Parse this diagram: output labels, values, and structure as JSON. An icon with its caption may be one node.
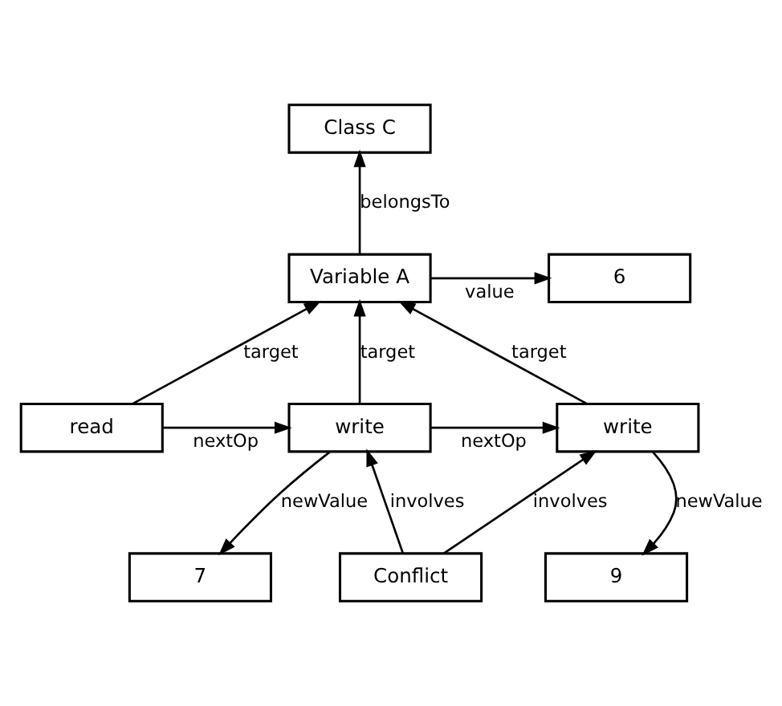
{
  "diagram": {
    "nodes": [
      {
        "text": [
          "Class C"
        ]
      },
      {
        "text": [
          "6"
        ]
      },
      {
        "text": [
          "Variable A"
        ]
      },
      {
        "text": [
          "read"
        ]
      },
      {
        "text": [
          "write"
        ]
      },
      {
        "text": [
          "write"
        ]
      },
      {
        "text": [
          "7"
        ]
      },
      {
        "text": [
          "Conflict"
        ]
      },
      {
        "text": [
          "9"
        ]
      }
    ],
    "edges": [
      {
        "from": 2,
        "to": 0,
        "arrow": "to",
        "label": "belongsTo"
      },
      {
        "from": 2,
        "to": 1,
        "arrow": "to",
        "label": "value"
      },
      {
        "from": 3,
        "to": 2,
        "arrow": "to",
        "label": "target"
      },
      {
        "from": 4,
        "to": 2,
        "arrow": "to",
        "label": "target"
      },
      {
        "from": 5,
        "to": 2,
        "arrow": "to",
        "label": "target"
      },
      {
        "from": 3,
        "to": 4,
        "arrow": "to",
        "label": "nextOp"
      },
      {
        "from": 4,
        "to": 5,
        "arrow": "to",
        "label": "nextOp"
      },
      {
        "from": 4,
        "to": 6,
        "arrow": "to",
        "label": "newValue"
      },
      {
        "from": 7,
        "to": 4,
        "arrow": "to",
        "label": "involves"
      },
      {
        "from": 7,
        "to": 5,
        "arrow": "to",
        "label": "involves"
      },
      {
        "from": 5,
        "to": 8,
        "arrow": "to",
        "label": "newValue"
      }
    ]
  }
}
